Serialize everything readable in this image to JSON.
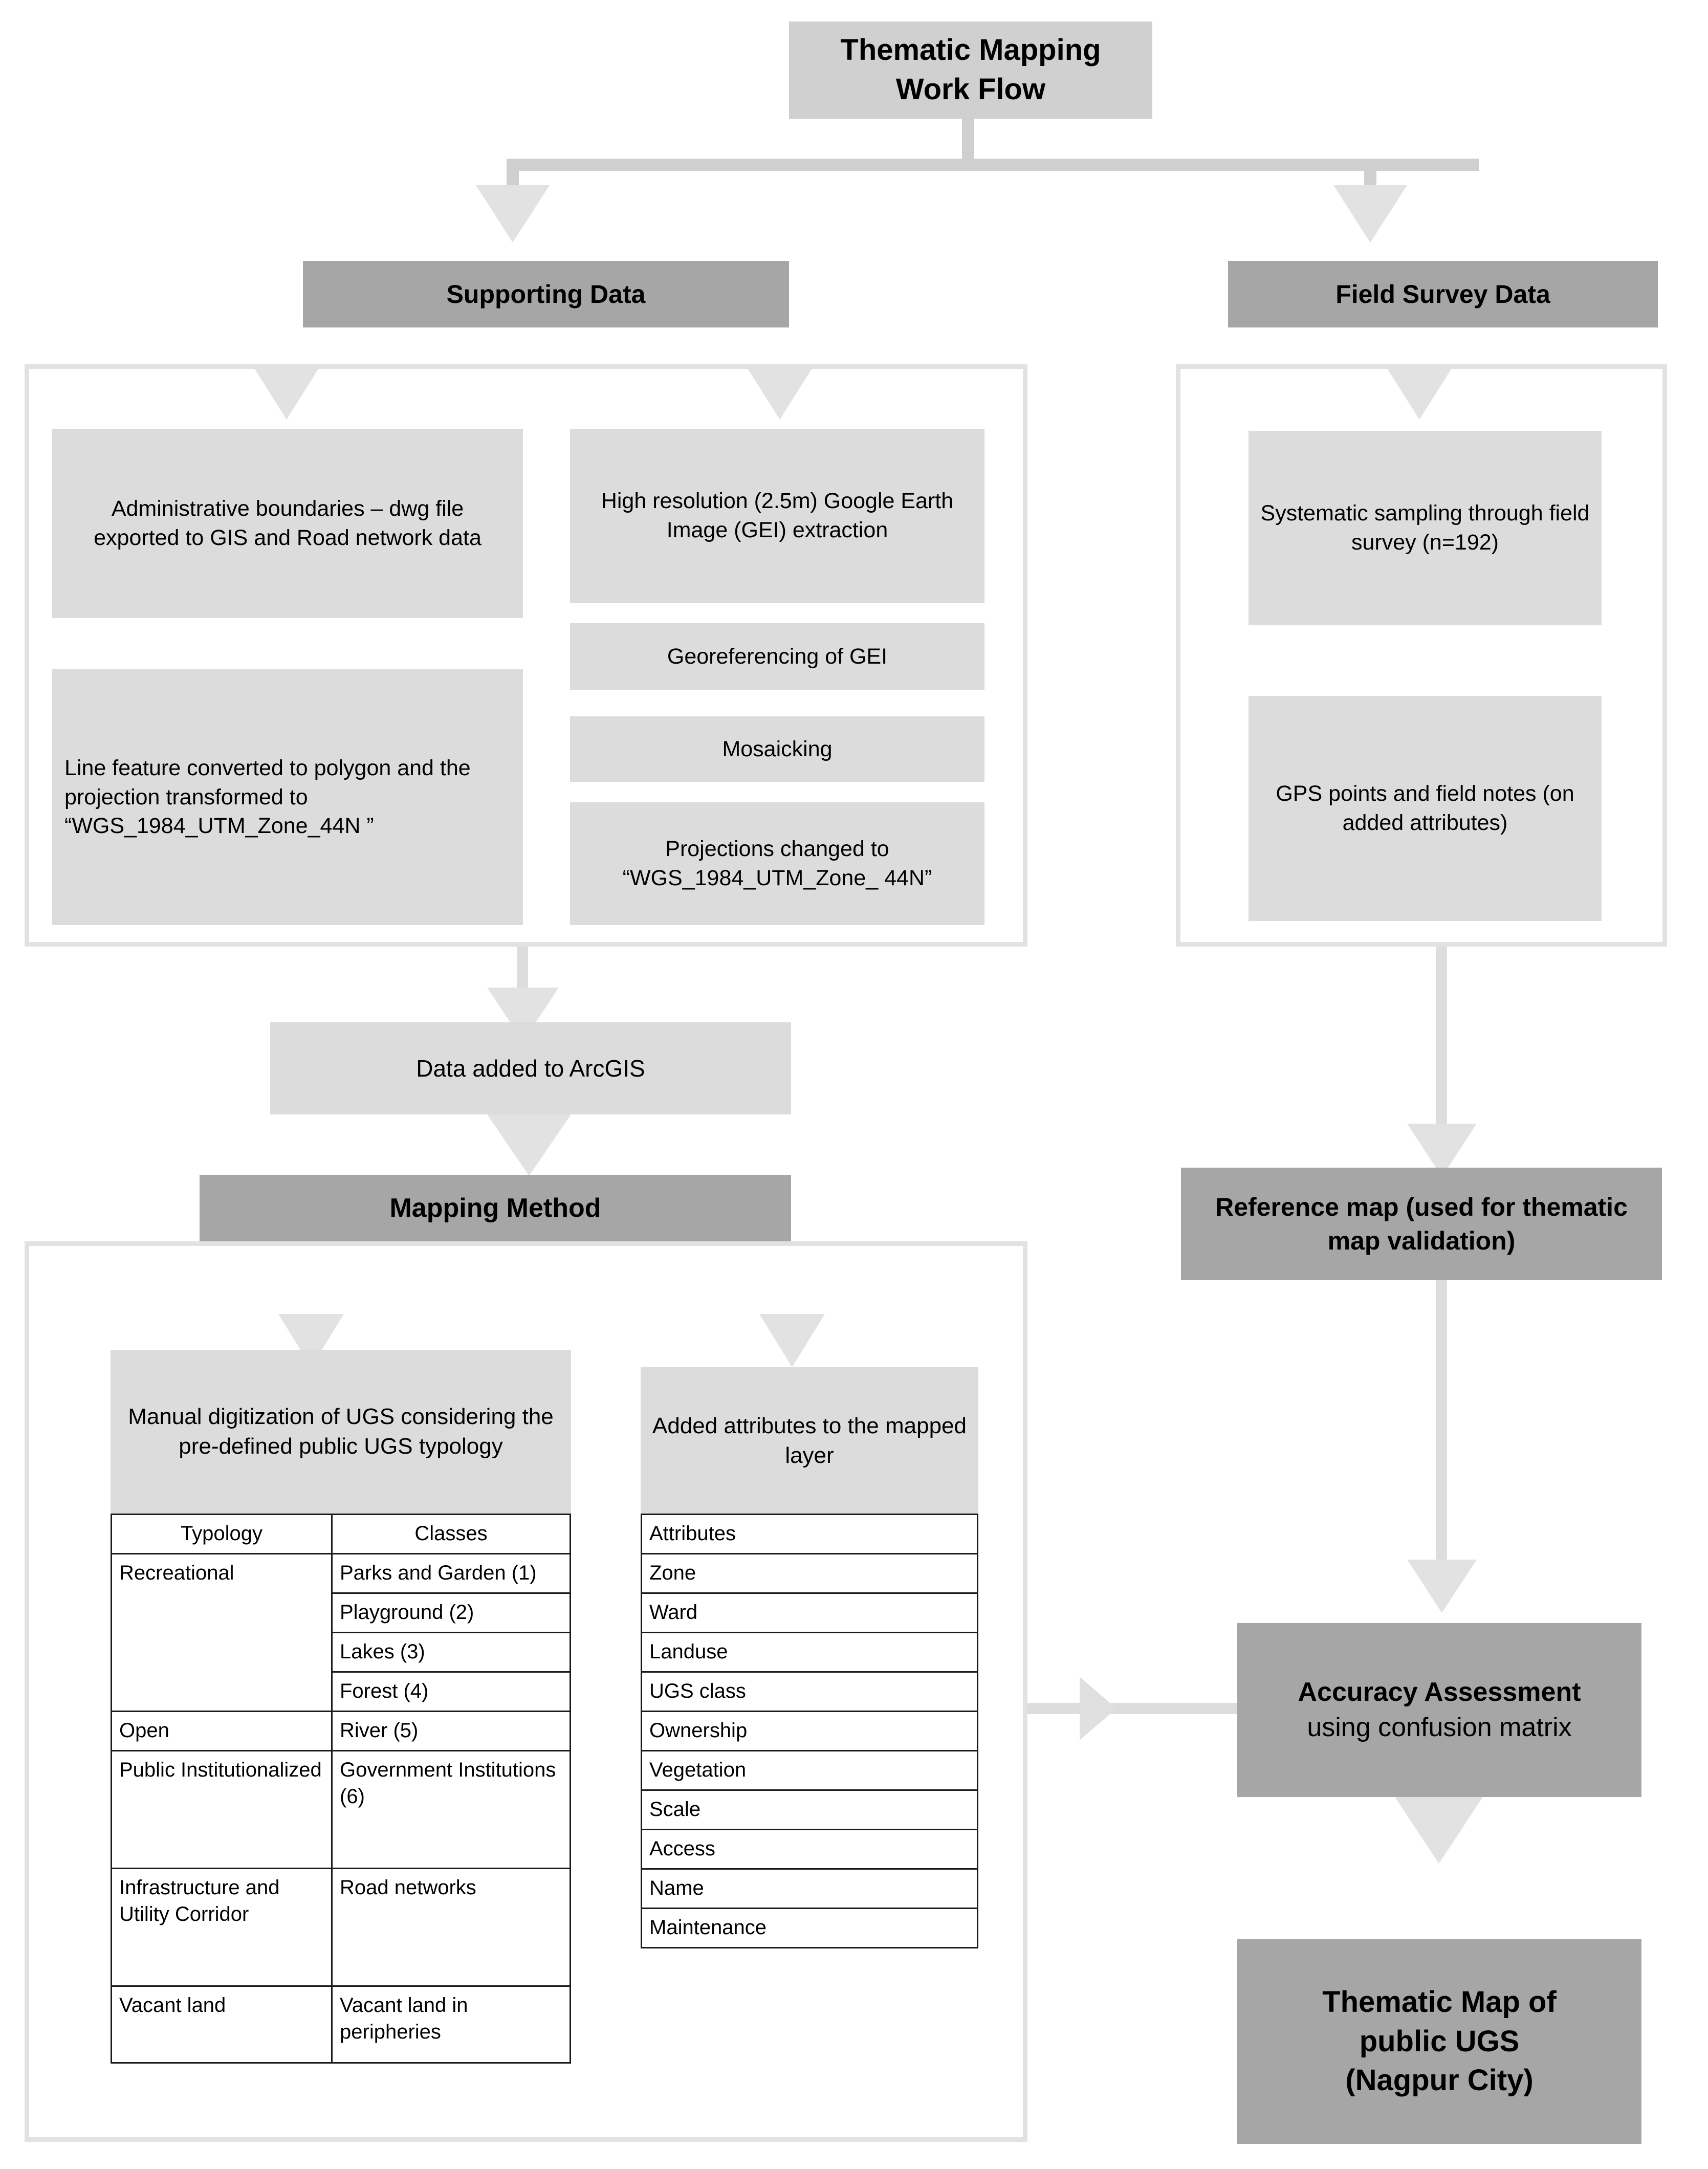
{
  "title": {
    "line1": "Thematic Mapping",
    "line2": "Work Flow"
  },
  "branches": {
    "supporting_data": "Supporting Data",
    "field_survey_data": "Field Survey Data"
  },
  "supporting_data": {
    "left_column": [
      "Administrative boundaries – dwg file exported to GIS and Road network data",
      "Line feature converted to polygon and the projection transformed to “WGS_1984_UTM_Zone_44N ”"
    ],
    "right_column": [
      "High resolution (2.5m) Google Earth Image (GEI) extraction",
      "Georeferencing of GEI",
      "Mosaicking",
      "Projections changed to “WGS_1984_UTM_Zone_ 44N”"
    ]
  },
  "field_survey_data": {
    "items": [
      "Systematic sampling through field survey (n=192)",
      "GPS points and field notes (on added attributes)"
    ]
  },
  "data_added": "Data added to ArcGIS",
  "mapping_method": {
    "header": "Mapping Method",
    "left_subheader": "Manual digitization of UGS considering the pre-defined public UGS typology",
    "right_subheader": "Added attributes to the mapped layer",
    "typology_table": {
      "headers": [
        "Typology",
        "Classes"
      ],
      "rows": [
        {
          "typology": "Recreational",
          "classes": [
            "Parks and Garden (1)",
            "Playground (2)",
            "Lakes (3)",
            "Forest (4)"
          ]
        },
        {
          "typology": "Open",
          "classes": [
            "River  (5)"
          ]
        },
        {
          "typology": "Public Institutionalized",
          "classes": [
            "Government Institutions (6)"
          ]
        },
        {
          "typology": "Infrastructure and Utility Corridor",
          "classes": [
            "Road networks"
          ]
        },
        {
          "typology": "Vacant land",
          "classes": [
            "Vacant land in peripheries"
          ]
        }
      ]
    },
    "attributes_table": {
      "header": "Attributes",
      "rows": [
        "Zone",
        "Ward",
        "Landuse",
        "UGS class",
        "Ownership",
        "Vegetation",
        "Scale",
        "Access",
        "Name",
        "Maintenance"
      ]
    }
  },
  "reference_map": "Reference map (used for thematic map validation)",
  "accuracy_assessment": {
    "line1": "Accuracy Assessment",
    "line2": "using confusion  matrix"
  },
  "final_output": {
    "line1": "Thematic Map of",
    "line2": "public UGS",
    "line3": "(Nagpur City)"
  },
  "colors": {
    "header_dark": "#a6a6a6",
    "box_light": "#dcdcdc",
    "title_box": "#d0d0d0",
    "connector": "#e0e0e0",
    "panel_border": "#e2e2e2"
  }
}
